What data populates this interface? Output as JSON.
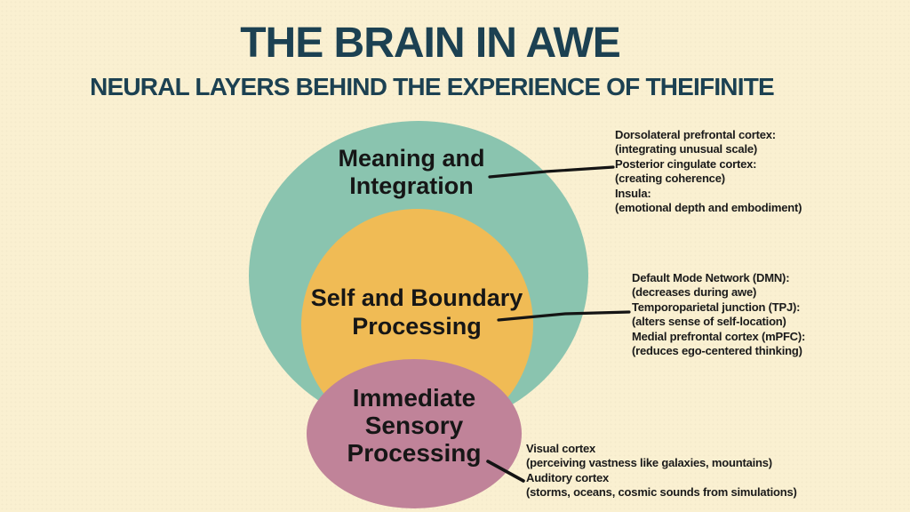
{
  "header": {
    "title": "THE BRAIN IN AWE",
    "subtitle": "NEURAL LAYERS BEHIND THE EXPERIENCE OF THEIFINITE"
  },
  "colors": {
    "background": "#FAF0D1",
    "heading_text": "#1C4152",
    "layer_meaning_fill": "#8AC4AF",
    "layer_self_fill": "#F0BB55",
    "layer_sensory_fill": "#C08399",
    "label_text": "#161616",
    "annotation_text": "#1A1A1A",
    "connector_line": "#141414"
  },
  "layers": [
    {
      "name": "Meaning and Integration",
      "label_lines": [
        "Meaning and",
        "Integration"
      ],
      "annotations": [
        {
          "region": "Dorsolateral prefrontal cortex:",
          "note": "(integrating unusual scale)"
        },
        {
          "region": "Posterior cingulate cortex:",
          "note": "(creating coherence)"
        },
        {
          "region": "Insula:",
          "note": "(emotional depth and embodiment)"
        }
      ]
    },
    {
      "name": "Self and Boundary Processing",
      "label_lines": [
        "Self and Boundary",
        "Processing"
      ],
      "annotations": [
        {
          "region": "Default Mode Network (DMN):",
          "note": "(decreases during awe)"
        },
        {
          "region": "Temporoparietal junction (TPJ):",
          "note": "(alters sense of self-location)"
        },
        {
          "region": "Medial prefrontal cortex (mPFC):",
          "note": "(reduces ego-centered thinking)"
        }
      ]
    },
    {
      "name": "Immediate Sensory Processing",
      "label_lines": [
        "Immediate",
        "Sensory",
        "Processing"
      ],
      "annotations": [
        {
          "region": "Visual cortex",
          "note": "(perceiving vastness like galaxies, mountains)"
        },
        {
          "region": "Auditory cortex",
          "note": "(storms, oceans, cosmic sounds from simulations)"
        }
      ]
    }
  ]
}
